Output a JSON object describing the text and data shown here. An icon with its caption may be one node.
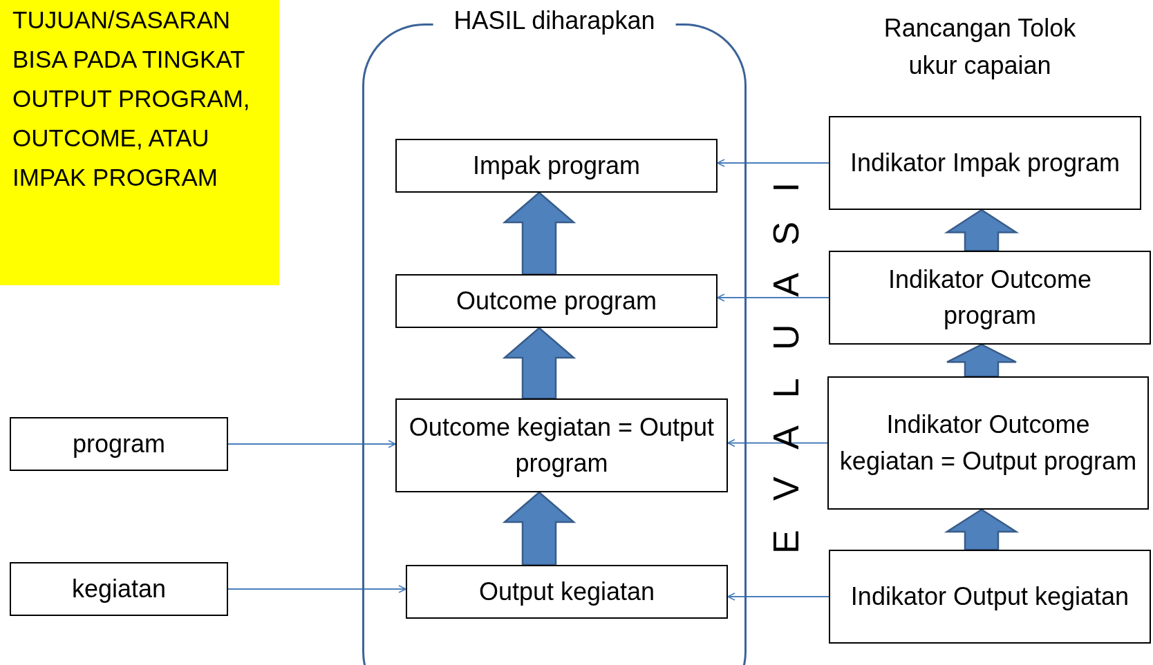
{
  "diagram": {
    "nodes": [
      {
        "text": [
          "TUJUAN/SASARAN BISA PADA TINGKAT OUTPUT PROGRAM, OUTCOME, ATAU IMPAK PROGRAM"
        ]
      },
      {
        "text": [
          "HASIL diharapkan"
        ]
      },
      {
        "text": [
          "Impak program"
        ],
        "in": 1
      },
      {
        "text": [
          "Outcome program"
        ],
        "in": 1
      },
      {
        "text": [
          "Outcome kegiatan = Output program"
        ],
        "in": 1
      },
      {
        "text": [
          "Output kegiatan"
        ],
        "in": 1
      },
      {
        "text": [
          "program"
        ]
      },
      {
        "text": [
          "kegiatan"
        ]
      },
      {
        "text": [
          "Indikator Impak program"
        ]
      },
      {
        "text": [
          "Indikator Outcome program"
        ]
      },
      {
        "text": [
          "Indikator Outcome kegiatan = Output program"
        ]
      },
      {
        "text": [
          "Indikator Output kegiatan"
        ]
      }
    ],
    "edges": [
      {
        "from": 5,
        "to": 4,
        "arrow": "to",
        "style": "thick"
      },
      {
        "from": 4,
        "to": 3,
        "arrow": "to",
        "style": "thick"
      },
      {
        "from": 3,
        "to": 2,
        "arrow": "to",
        "style": "thick"
      },
      {
        "from": 11,
        "to": 10,
        "arrow": "to",
        "style": "thick"
      },
      {
        "from": 10,
        "to": 9,
        "arrow": "to",
        "style": "thick"
      },
      {
        "from": 9,
        "to": 8,
        "arrow": "to",
        "style": "thick"
      },
      {
        "from": 6,
        "to": 4,
        "arrow": "to"
      },
      {
        "from": 7,
        "to": 5,
        "arrow": "to"
      },
      {
        "from": 8,
        "to": 2,
        "arrow": "to"
      },
      {
        "from": 9,
        "to": 3,
        "arrow": "to"
      },
      {
        "from": 10,
        "to": 4,
        "arrow": "to"
      },
      {
        "from": 11,
        "to": 5,
        "arrow": "to"
      }
    ],
    "labels": [
      "Rancangan Tolok ukur capaian",
      "E V A L U A S I"
    ]
  }
}
